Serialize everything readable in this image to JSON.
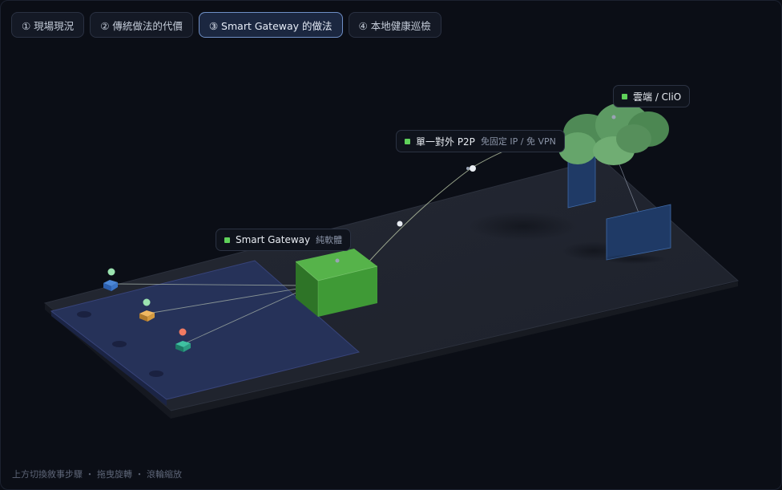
{
  "tabs": [
    {
      "label": "① 現場現況",
      "active": false
    },
    {
      "label": "② 傳統做法的代價",
      "active": false
    },
    {
      "label": "③ Smart Gateway 的做法",
      "active": true
    },
    {
      "label": "④ 本地健康巡檢",
      "active": false
    }
  ],
  "labels": {
    "gateway": {
      "title": "Smart Gateway",
      "sub": "純軟體"
    },
    "p2p": {
      "title": "單一對外 P2P",
      "sub": "免固定 IP / 免 VPN"
    },
    "cloud": {
      "title": "雲端 / CliO"
    }
  },
  "footer": {
    "hint": "上方切換敘事步驟 ・ 拖曳旋轉 ・ 滾輪縮放"
  },
  "colors": {
    "accent": "#6f8fc6",
    "status_green": "#5fd15a",
    "gateway_box": "#3f9a36",
    "cloud": "#5d9a63",
    "device_green": "#9be3b0",
    "device_red": "#f07a62"
  }
}
